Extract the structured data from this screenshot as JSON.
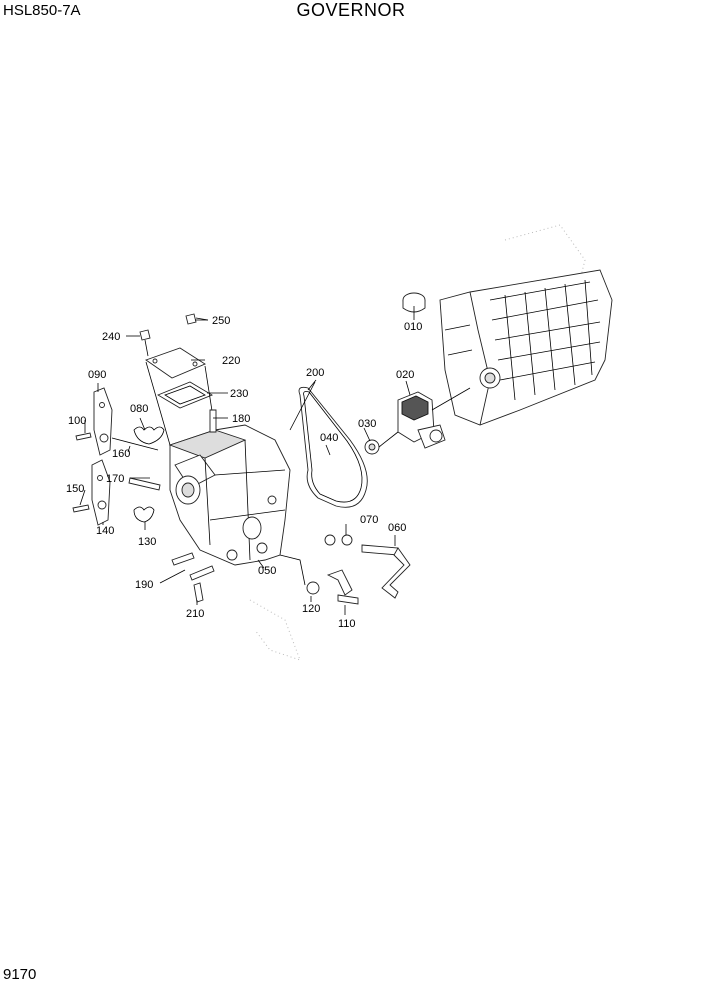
{
  "header": {
    "model": "HSL850-7A",
    "title": "GOVERNOR"
  },
  "footer": {
    "page_number": "9170"
  },
  "callouts": [
    "010",
    "020",
    "030",
    "040",
    "050",
    "060",
    "070",
    "080",
    "090",
    "100",
    "110",
    "120",
    "130",
    "140",
    "150",
    "160",
    "170",
    "180",
    "190",
    "200",
    "210",
    "220",
    "230",
    "240",
    "250"
  ]
}
